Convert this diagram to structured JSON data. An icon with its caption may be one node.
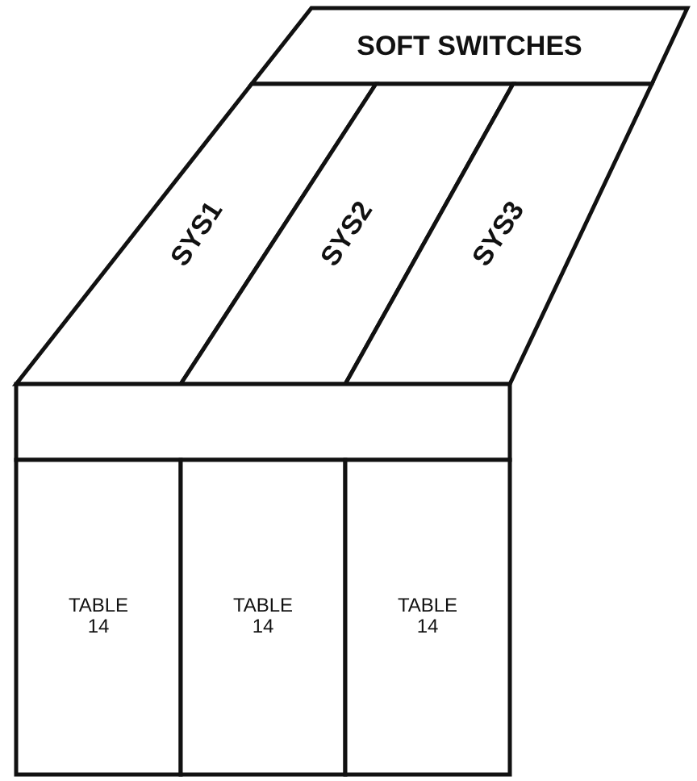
{
  "diagram": {
    "nodes": [
      {
        "text": [
          "SOFT SWITCHES"
        ]
      },
      {
        "text": [
          "SYS1"
        ]
      },
      {
        "text": [
          "SYS2"
        ]
      },
      {
        "text": [
          "SYS3"
        ]
      },
      {
        "text": [],
        "shape": "box"
      },
      {
        "text": [
          "TABLE 14"
        ]
      },
      {
        "text": [
          "TABLE 14"
        ]
      },
      {
        "text": [
          "TABLE 14"
        ]
      }
    ]
  }
}
